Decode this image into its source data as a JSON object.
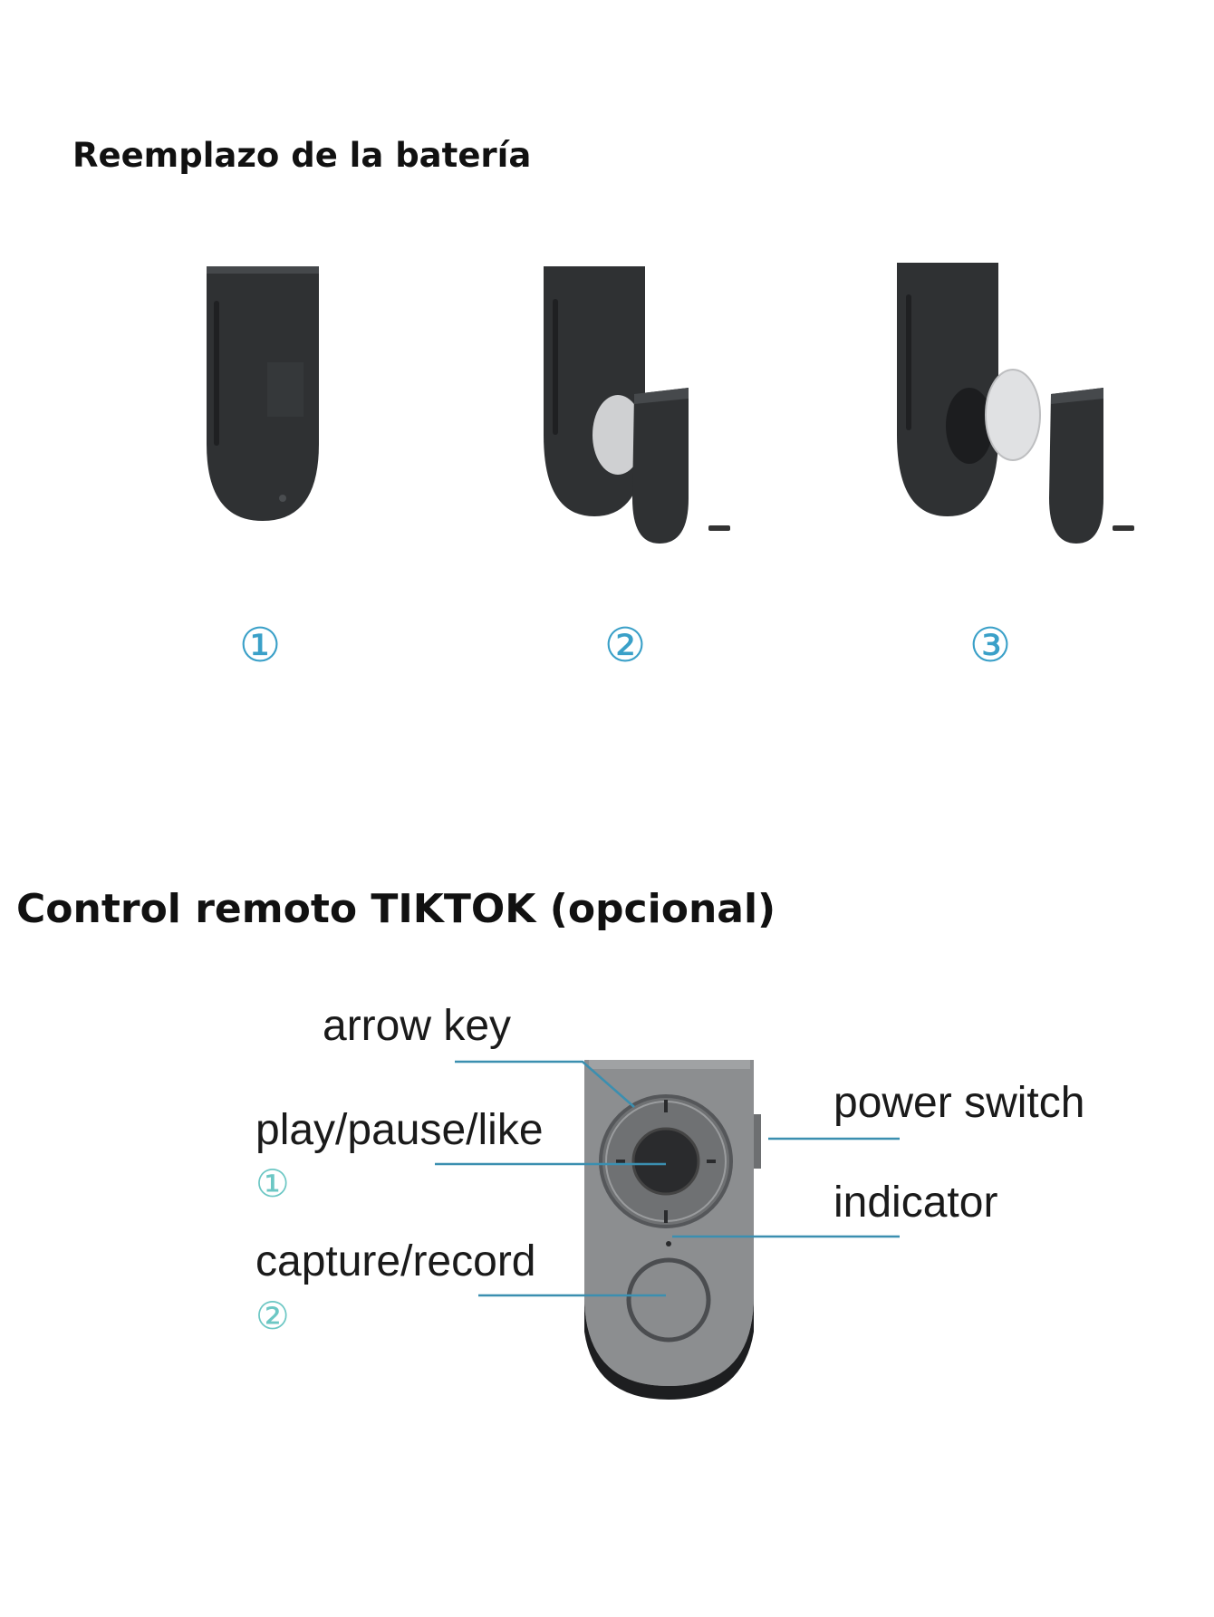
{
  "battery_section": {
    "title": "Reemplazo de la batería",
    "steps": [
      {
        "number": "①",
        "state": "closed"
      },
      {
        "number": "②",
        "state": "cover-removed"
      },
      {
        "number": "③",
        "state": "battery-removed"
      }
    ]
  },
  "remote_section": {
    "title": "Control remoto TIKTOK (opcional)",
    "labels": {
      "arrow_key": "arrow key",
      "play_pause_like": "play/pause/like",
      "play_num": "①",
      "power_switch": "power switch",
      "indicator": "indicator",
      "capture_record": "capture/record",
      "capture_num": "②"
    }
  },
  "colors": {
    "step_number": "#3aa0c8",
    "callout_line": "#3b8fb0",
    "callout_number": "#6cc7c4",
    "device_dark": "#2f3133",
    "remote_body": "#8c8e90"
  }
}
